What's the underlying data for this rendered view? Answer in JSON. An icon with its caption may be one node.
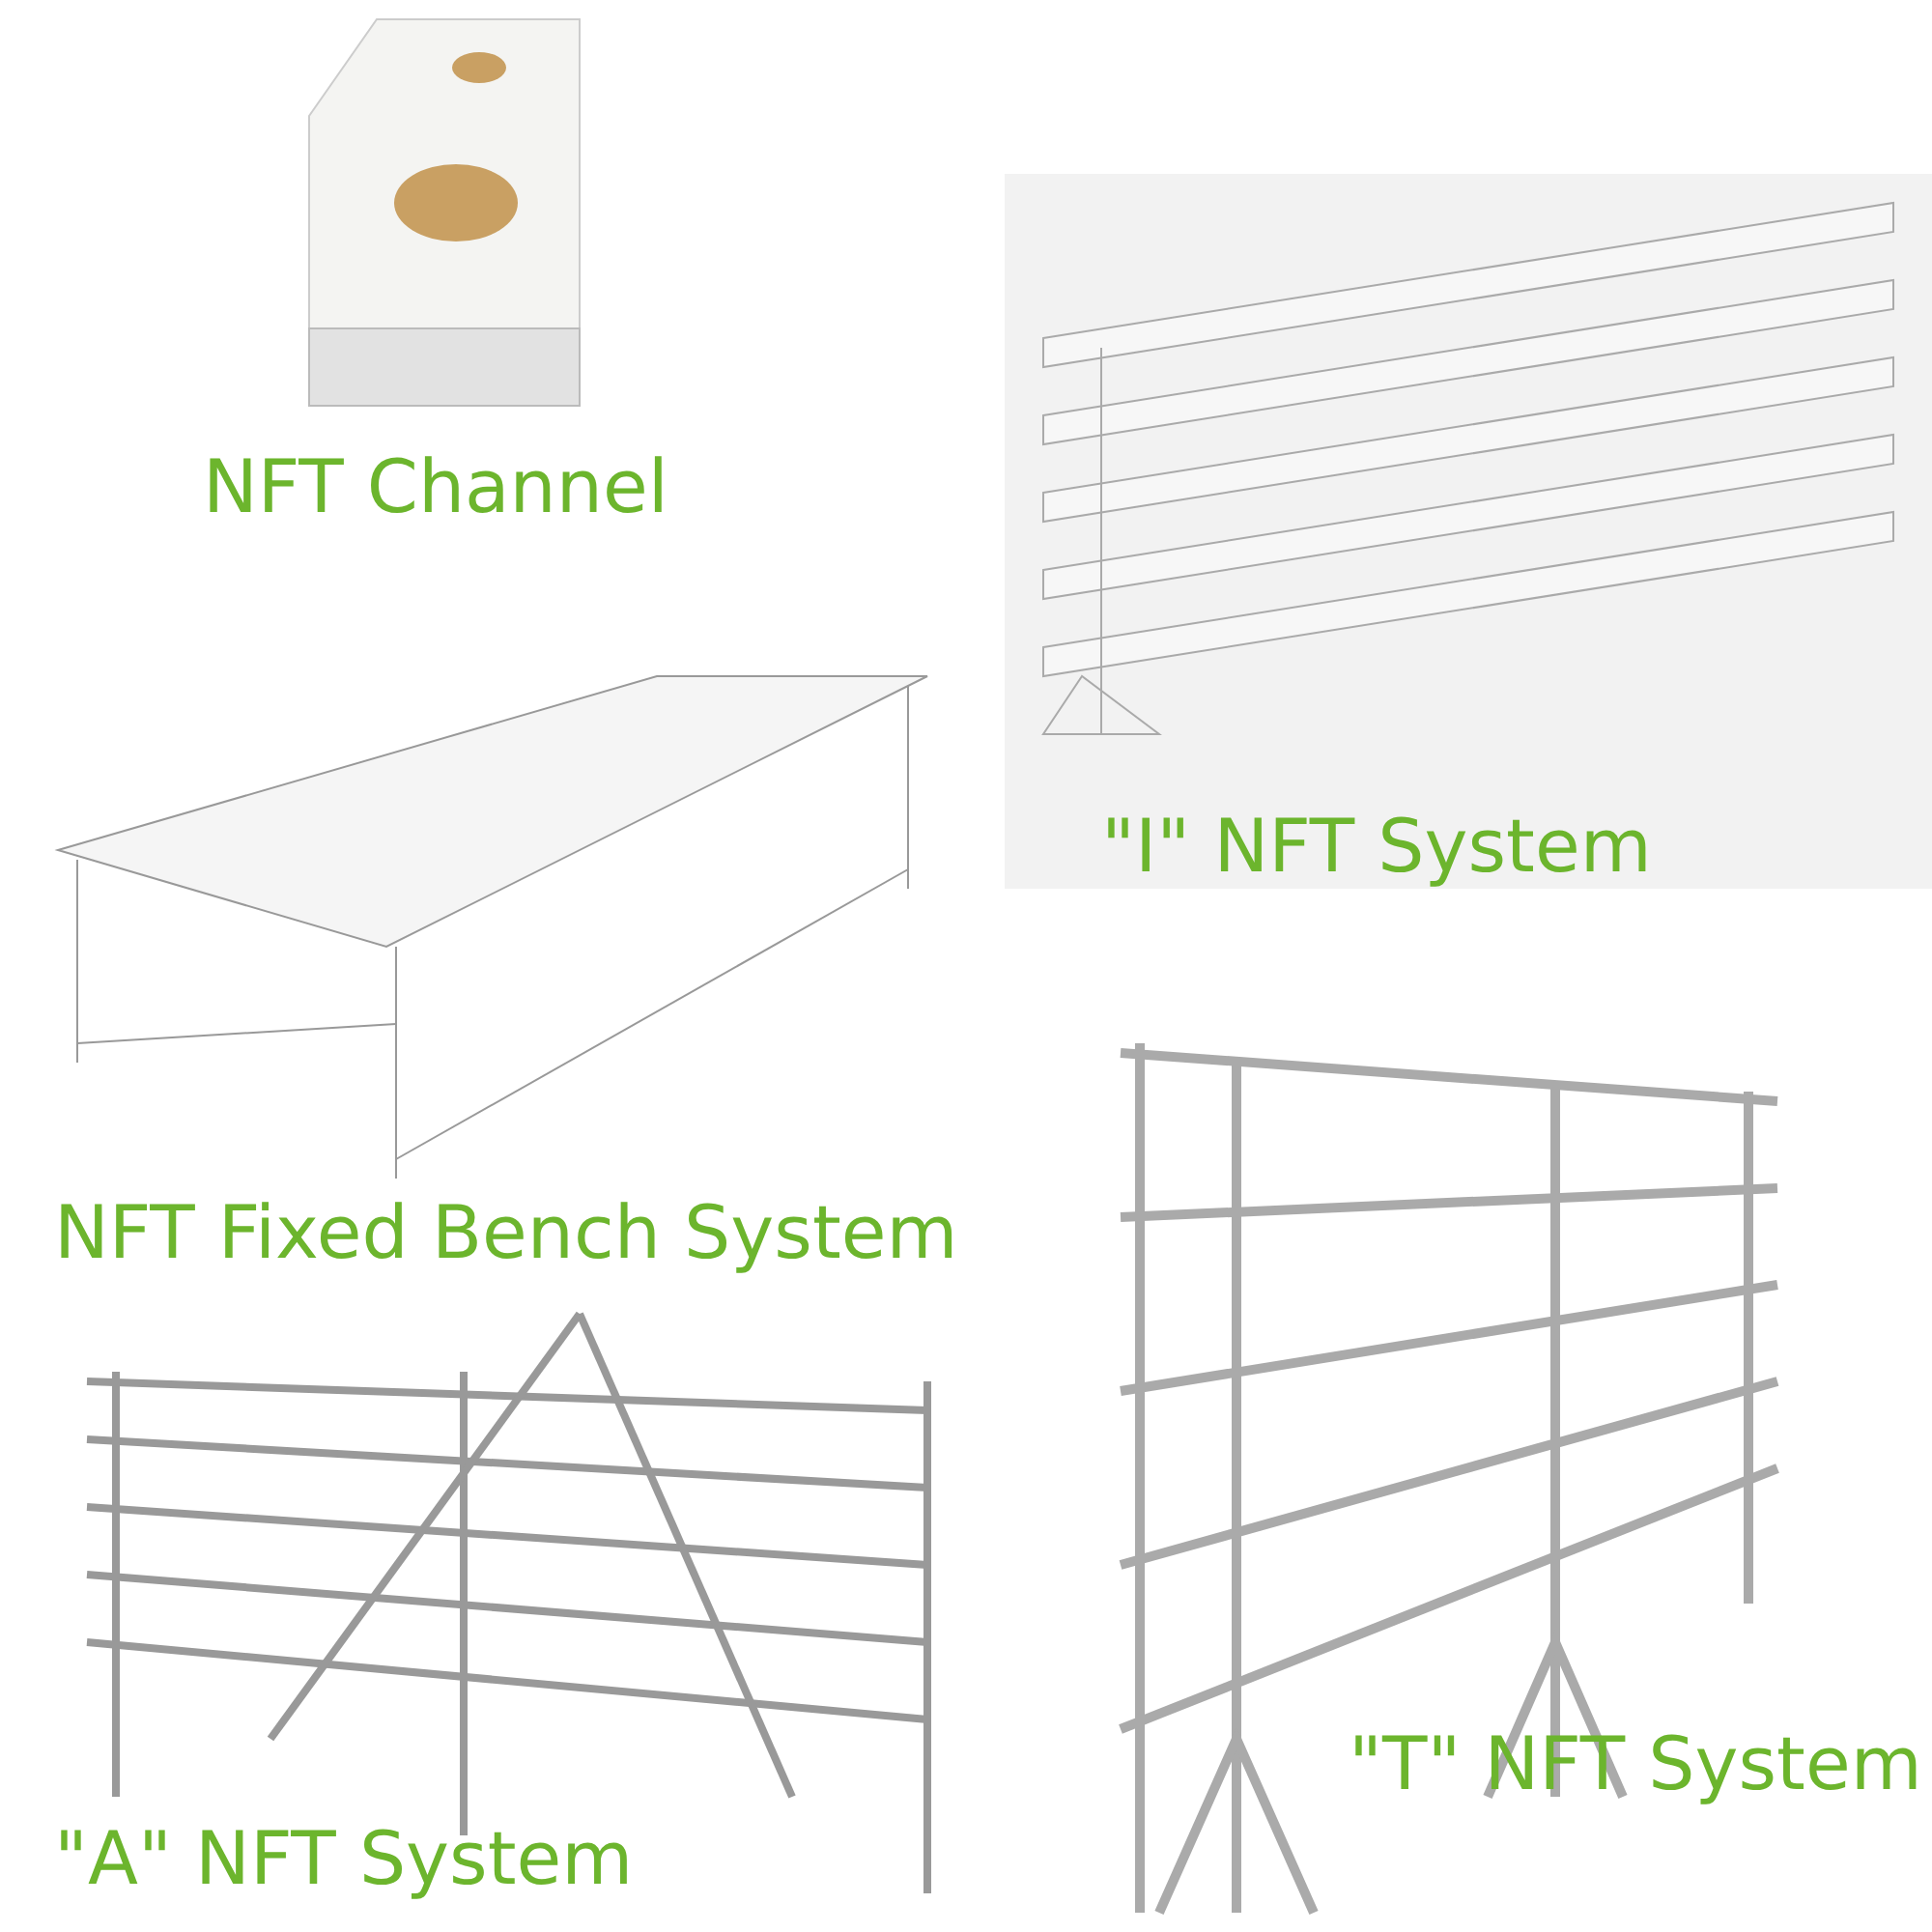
{
  "diagram": {
    "labels": [
      "NFT Channel",
      "\"I\" NFT System",
      "NFT Fixed Bench System",
      "\"A\" NFT System",
      "\"T\" NFT System"
    ]
  }
}
